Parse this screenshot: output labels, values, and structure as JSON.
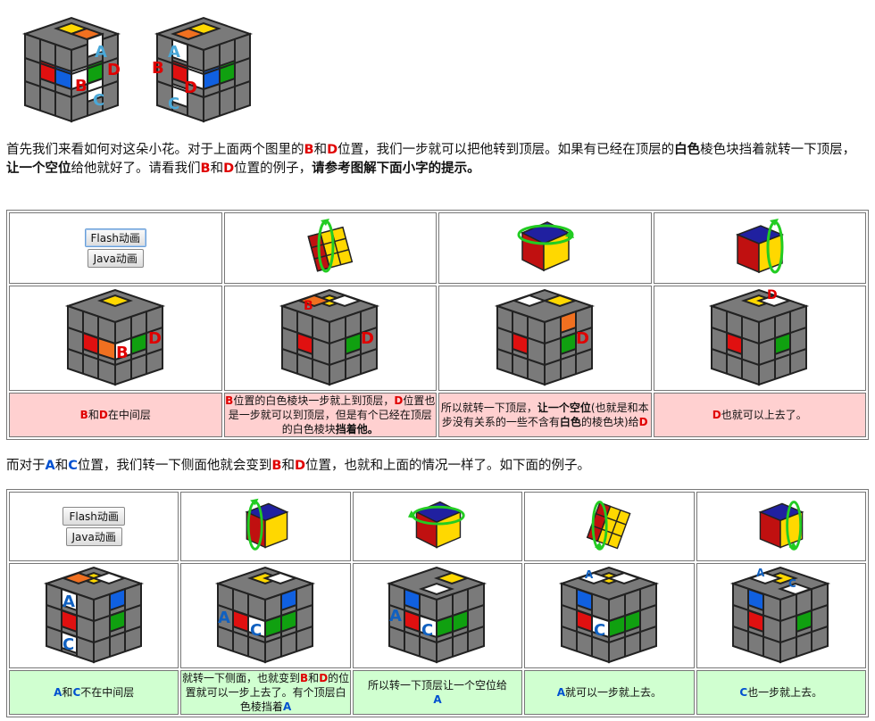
{
  "top_labels": {
    "cube1": {
      "A": "A",
      "B": "B",
      "C": "C",
      "D": "D"
    },
    "cube2": {
      "A": "A",
      "B": "B",
      "C": "C",
      "D": "D"
    }
  },
  "intro": {
    "p1": "首先我们来看如何对这朵小花。对于上面两个图里的",
    "B": "B",
    "and1": "和",
    "D": "D",
    "p2": "位置，我们一步就可以把他转到顶层。如果有已经在顶层的",
    "white_edge": "白色",
    "p3": "棱色块挡着就转一下顶层，",
    "make_space": "让一个空位",
    "p4": "给他就好了。请看我们",
    "B2": "B",
    "and2": "和",
    "D2": "D",
    "p5": "位置的例子，",
    "see_hint": "请参考图解下面小字的提示。"
  },
  "table1": {
    "flash_button": "Flash动画",
    "java_button": "Java动画",
    "captions": {
      "c1": {
        "B": "B",
        "and": "和",
        "D": "D",
        "rest": "在中间层"
      },
      "c2": {
        "B": "B",
        "t1": "位置的白色棱块一步就上到顶层，",
        "D": "D",
        "t2": "位置也是一步就可以到顶层，但是有个已经在顶层的白色棱块",
        "bold": "挡着他。"
      },
      "c3": {
        "t1": "所以就转一下顶层，",
        "bold1": "让一个空位",
        "t2": "(也就是和本步没有关系的一些不含有",
        "bold2": "白色",
        "t3": "的棱色块)给",
        "D": "D"
      },
      "c4": {
        "D": "D",
        "rest": "也就可以上去了。"
      }
    },
    "cube_labels": {
      "c1B": "B",
      "c1D": "D",
      "c2B": "B",
      "c2D": "D",
      "c3D": "D",
      "c4D": "D"
    }
  },
  "middle": {
    "t1": "而对于",
    "A": "A",
    "and1": "和",
    "C": "C",
    "t2": "位置，我们转一下侧面他就会变到",
    "B": "B",
    "and2": "和",
    "D": "D",
    "t3": "位置，也就和上面的情况一样了。如下面的例子。"
  },
  "table2": {
    "flash_button": "Flash动画",
    "java_button": "Java动画",
    "captions": {
      "c1": {
        "A": "A",
        "and": "和",
        "C": "C",
        "rest": "不在中间层"
      },
      "c2": {
        "t1": "就转一下侧面，也就变到",
        "B": "B",
        "and": "和",
        "D": "D",
        "t2": "的位置就可以一步上去了。有个顶层白色棱挡着",
        "A": "A"
      },
      "c3": {
        "t1": "所以转一下顶层让一个空位给",
        "A": "A"
      },
      "c4": {
        "A": "A",
        "rest": "就可以一步就上去。"
      },
      "c5": {
        "C": "C",
        "rest": "也一步就上去。"
      }
    },
    "cube_labels": {
      "c1A": "A",
      "c1C": "C",
      "c2A": "A",
      "c2C": "C",
      "c3A": "A",
      "c3C": "C",
      "c4A": "A",
      "c4C": "C",
      "c5A": "A",
      "c5C": "C"
    }
  },
  "colors": {
    "red": "#e00000",
    "blue": "#0050d0",
    "pink": "#ffd0d0",
    "green": "#d0ffd0",
    "cube_gray": "#7a7a7a"
  }
}
